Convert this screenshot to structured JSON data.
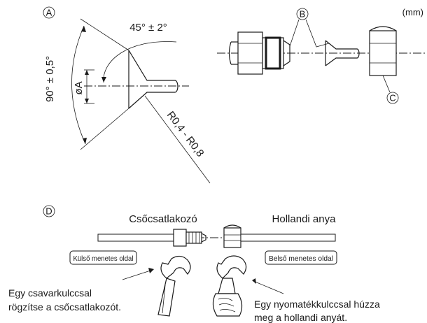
{
  "markers": {
    "a": "A",
    "b": "B",
    "c": "C",
    "d": "D"
  },
  "unit_label": "(mm)",
  "flare_detail": {
    "angle_outer": "45° ± 2°",
    "angle_side": "90° ± 0,5°",
    "diameter": "øA",
    "radius": "R0,4 - R0,8"
  },
  "connection": {
    "left_part": "Csőcsatlakozó",
    "right_part": "Hollandi anya",
    "left_side_tag": "Külső menetes oldal",
    "right_side_tag": "Belső menetes oldal",
    "left_instruction_line1": "Egy csavarkulccsal",
    "left_instruction_line2": "rögzítse a csőcsatlakozót.",
    "right_instruction_line1": "Egy nyomatékkulccsal húzza",
    "right_instruction_line2": "meg a hollandi anyát."
  }
}
